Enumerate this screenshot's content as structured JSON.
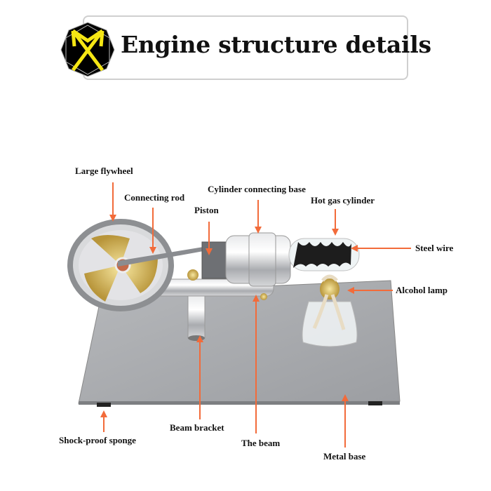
{
  "header": {
    "title": "Engine structure details",
    "logo_letter": "M"
  },
  "labels": {
    "large_flywheel": "Large flywheel",
    "connecting_rod": "Connecting rod",
    "piston": "Piston",
    "cylinder_connecting_base": "Cylinder connecting base",
    "hot_gas_cylinder": "Hot gas cylinder",
    "steel_wire": "Steel wire",
    "alcohol_lamp": "Alcohol lamp",
    "beam_bracket": "Beam bracket",
    "the_beam": "The beam",
    "shock_proof_sponge": "Shock-proof sponge",
    "metal_base": "Metal base"
  },
  "colors": {
    "arrow": "#f26b3a",
    "logo_yellow": "#f5e614",
    "base": "#a9abae"
  }
}
